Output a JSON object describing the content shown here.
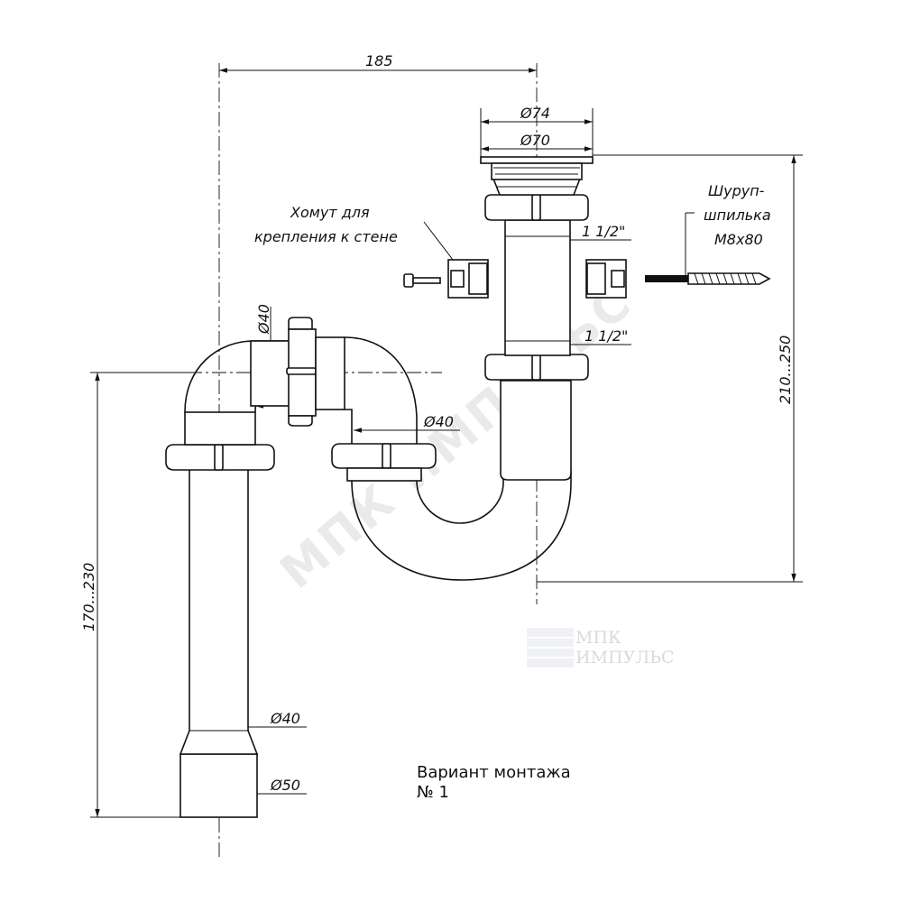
{
  "drawing": {
    "dimensions": {
      "width_total": "185",
      "dia_74": "Ø74",
      "dia_70": "Ø70",
      "thread_upper": "1 1/2\"",
      "thread_lower": "1 1/2\"",
      "dia_40_elbow": "Ø40",
      "dia_40_trap": "Ø40",
      "dia_40_pipe": "Ø40",
      "dia_50_pipe": "Ø50",
      "height_right": "210...250",
      "height_left": "170...230"
    },
    "notes": {
      "clamp_line1": "Хомут для",
      "clamp_line2": "крепления к стене",
      "screw_line1": "Шуруп-",
      "screw_line2": "шпилька",
      "screw_line3": "M8x80"
    },
    "caption": {
      "line1": "Вариант монтажа",
      "line2": "№ 1"
    },
    "watermark": {
      "diagonal": "МПК ИМПУЛЬС",
      "logo_line1": "МПК",
      "logo_line2": "ИМПУЛЬС"
    }
  }
}
